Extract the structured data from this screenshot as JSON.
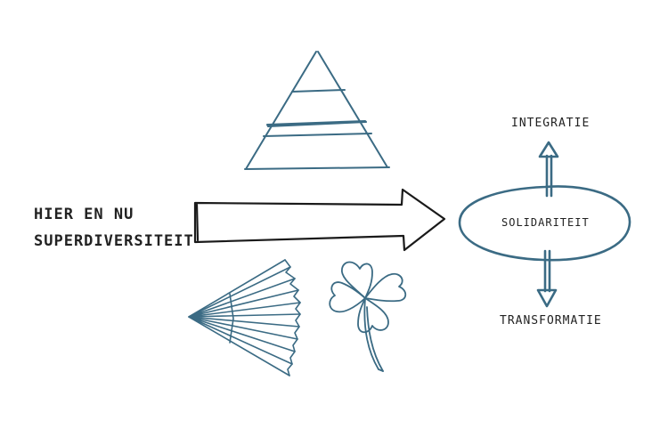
{
  "labels": {
    "left_line1": "Hier en nu",
    "left_line2": "superdiversiteit",
    "top": "Integratie",
    "center": "Solidariteit",
    "bottom": "Transformatie"
  },
  "colors": {
    "sketch_blue": "#3b6b84",
    "ink": "#1a1a1a"
  },
  "icons": [
    "pyramid-icon",
    "fan-icon",
    "clover-icon",
    "arrow-right-icon",
    "ellipse",
    "arrow-up-icon",
    "arrow-down-icon"
  ]
}
